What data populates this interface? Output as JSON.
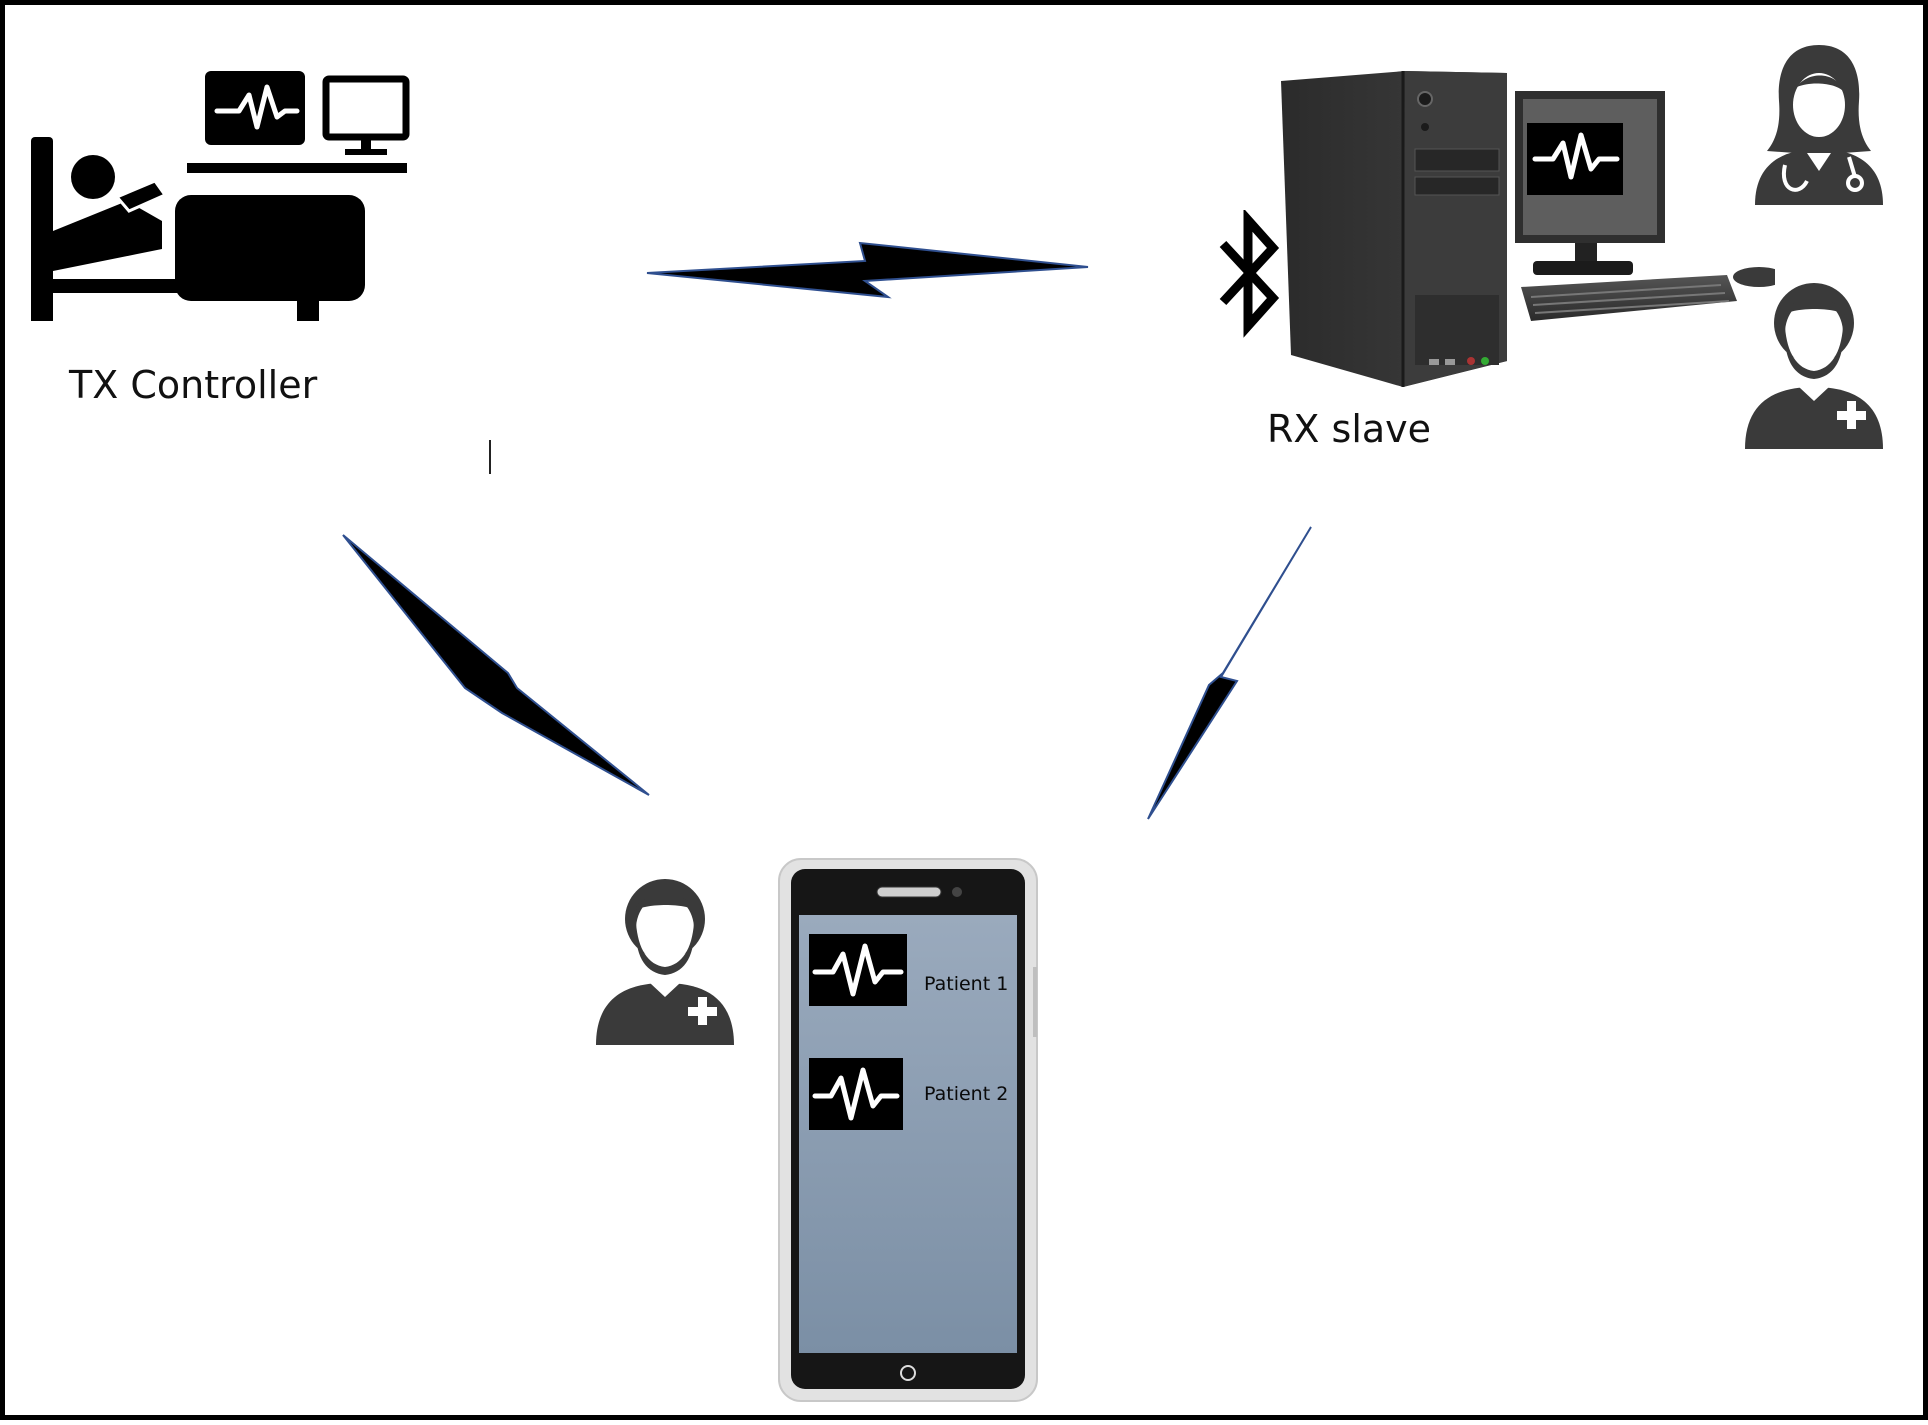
{
  "tx": {
    "label": "TX Controller",
    "icon": "hospital-bed-with-monitors-icon"
  },
  "rx": {
    "label": "RX slave",
    "icon": "desktop-computer-icon",
    "bluetooth_icon": "bluetooth-icon"
  },
  "mobile": {
    "icon": "smartphone-icon",
    "patients": [
      {
        "label": "Patient 1",
        "icon": "heart-monitor-icon"
      },
      {
        "label": "Patient 2",
        "icon": "heart-monitor-icon"
      }
    ]
  },
  "staff_icons": [
    "female-doctor-icon",
    "male-nurse-icon",
    "male-nurse-icon"
  ],
  "links": [
    "tx-to-rx-link",
    "tx-to-mobile-link",
    "rx-to-mobile-link"
  ],
  "colors": {
    "link_outline": "#2f4f8f",
    "screen_gradient_top": "#9aaabd",
    "screen_gradient_bottom": "#7b8fa5"
  }
}
